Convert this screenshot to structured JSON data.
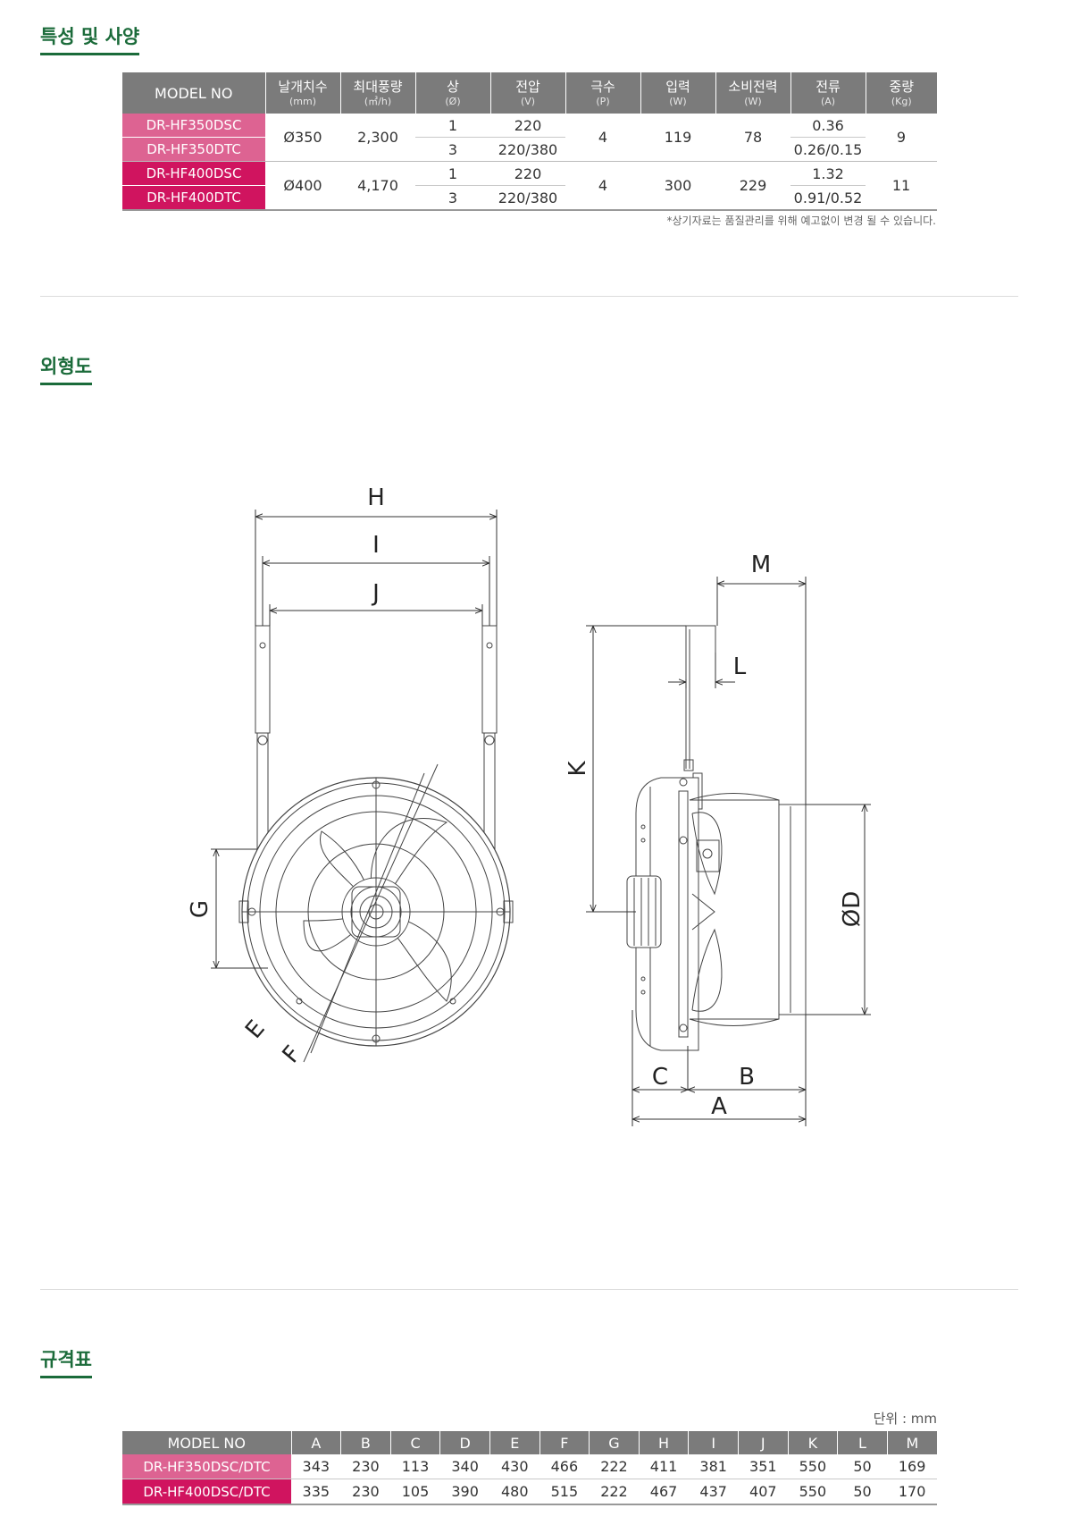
{
  "sections": {
    "spec_title": "특성 및 사양",
    "outline_title": "외형도",
    "dimension_title": "규격표"
  },
  "spec_table": {
    "headers": [
      {
        "label": "MODEL NO",
        "unit": ""
      },
      {
        "label": "날개치수",
        "unit": "(mm)"
      },
      {
        "label": "최대풍량",
        "unit": "(㎥/h)"
      },
      {
        "label": "상",
        "unit": "(Ø)"
      },
      {
        "label": "전압",
        "unit": "(V)"
      },
      {
        "label": "극수",
        "unit": "(P)"
      },
      {
        "label": "입력",
        "unit": "(W)"
      },
      {
        "label": "소비전력",
        "unit": "(W)"
      },
      {
        "label": "전류",
        "unit": "(A)"
      },
      {
        "label": "중량",
        "unit": "(Kg)"
      }
    ],
    "groups": [
      {
        "models": [
          "DR-HF350DSC",
          "DR-HF350DTC"
        ],
        "blade": "Ø350",
        "airflow": "2,300",
        "phase": [
          "1",
          "3"
        ],
        "voltage": [
          "220",
          "220/380"
        ],
        "poles": "4",
        "input": "119",
        "power": "78",
        "current": [
          "0.36",
          "0.26/0.15"
        ],
        "weight": "9"
      },
      {
        "models": [
          "DR-HF400DSC",
          "DR-HF400DTC"
        ],
        "blade": "Ø400",
        "airflow": "4,170",
        "phase": [
          "1",
          "3"
        ],
        "voltage": [
          "220",
          "220/380"
        ],
        "poles": "4",
        "input": "300",
        "power": "229",
        "current": [
          "1.32",
          "0.91/0.52"
        ],
        "weight": "11"
      }
    ],
    "note": "*상기자료는 품질관리를 위해 예고없이 변경 될 수 있습니다."
  },
  "drawing": {
    "labels": {
      "H": "H",
      "I": "I",
      "J": "J",
      "G": "G",
      "E": "E",
      "F": "F",
      "K": "K",
      "M": "M",
      "L": "L",
      "C": "C",
      "B": "B",
      "A": "A",
      "D": "ØD"
    }
  },
  "dimension_table": {
    "unit": "단위 : mm",
    "headers": [
      "MODEL NO",
      "A",
      "B",
      "C",
      "D",
      "E",
      "F",
      "G",
      "H",
      "I",
      "J",
      "K",
      "L",
      "M"
    ],
    "rows": [
      [
        "DR-HF350DSC/DTC",
        "343",
        "230",
        "113",
        "340",
        "430",
        "466",
        "222",
        "411",
        "381",
        "351",
        "550",
        "50",
        "169"
      ],
      [
        "DR-HF400DSC/DTC",
        "335",
        "230",
        "105",
        "390",
        "480",
        "515",
        "222",
        "467",
        "437",
        "407",
        "550",
        "50",
        "170"
      ]
    ]
  },
  "colors": {
    "accent_green": "#1b6b3a",
    "model_pink_light": "#dd6392",
    "model_pink_dark": "#d0145f",
    "header_gray": "#7b7b7b"
  }
}
